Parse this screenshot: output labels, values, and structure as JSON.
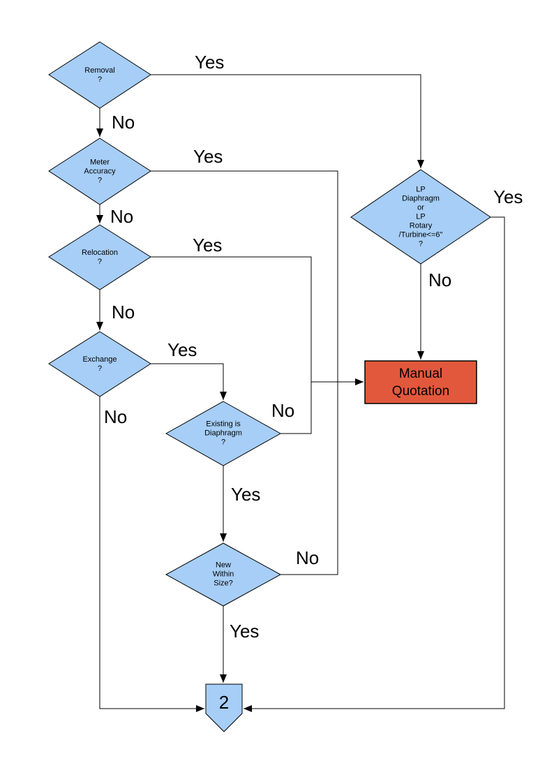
{
  "colors": {
    "node_fill": "#A6CEF7",
    "node_stroke": "#000000",
    "manual_fill": "#E2583C",
    "connector": "#000000",
    "background": "#FFFFFF"
  },
  "nodes": {
    "removal": {
      "type": "decision",
      "label": "Removal\n?"
    },
    "meter_accuracy": {
      "type": "decision",
      "label": "Meter\nAccuracy\n?"
    },
    "relocation": {
      "type": "decision",
      "label": "Relocation\n?"
    },
    "exchange": {
      "type": "decision",
      "label": "Exchange\n?"
    },
    "existing_is_diaphragm": {
      "type": "decision",
      "label": "Existing is\nDiaphragm\n?"
    },
    "new_within_size": {
      "type": "decision",
      "label": "New\nWithin\nSize?"
    },
    "lp_small_meter": {
      "type": "decision",
      "label": "LP\nDiaphragm\nor\nLP\nRotary\n/Turbine<=6\"\n?"
    },
    "manual_quotation": {
      "type": "process",
      "label": "Manual\nQuotation"
    },
    "page_connector_2": {
      "type": "off_page_connector",
      "label": "2"
    }
  },
  "edges": {
    "removal_yes": {
      "label": "Yes",
      "from": "removal",
      "to": "lp_small_meter"
    },
    "removal_no": {
      "label": "No",
      "from": "removal",
      "to": "meter_accuracy"
    },
    "meter_yes": {
      "label": "Yes",
      "from": "meter_accuracy",
      "to": "manual_quotation"
    },
    "meter_no": {
      "label": "No",
      "from": "meter_accuracy",
      "to": "relocation"
    },
    "relocation_yes": {
      "label": "Yes",
      "from": "relocation",
      "to": "manual_quotation"
    },
    "relocation_no": {
      "label": "No",
      "from": "relocation",
      "to": "exchange"
    },
    "exchange_yes": {
      "label": "Yes",
      "from": "exchange",
      "to": "existing_is_diaphragm"
    },
    "exchange_no": {
      "label": "No",
      "from": "exchange",
      "to": "page_connector_2"
    },
    "existing_yes": {
      "label": "Yes",
      "from": "existing_is_diaphragm",
      "to": "new_within_size"
    },
    "existing_no": {
      "label": "No",
      "from": "existing_is_diaphragm",
      "to": "manual_quotation"
    },
    "newsize_yes": {
      "label": "Yes",
      "from": "new_within_size",
      "to": "page_connector_2"
    },
    "newsize_no": {
      "label": "No",
      "from": "new_within_size",
      "to": "manual_quotation"
    },
    "lp_yes": {
      "label": "Yes",
      "from": "lp_small_meter",
      "to": "page_connector_2"
    },
    "lp_no": {
      "label": "No",
      "from": "lp_small_meter",
      "to": "manual_quotation"
    }
  }
}
